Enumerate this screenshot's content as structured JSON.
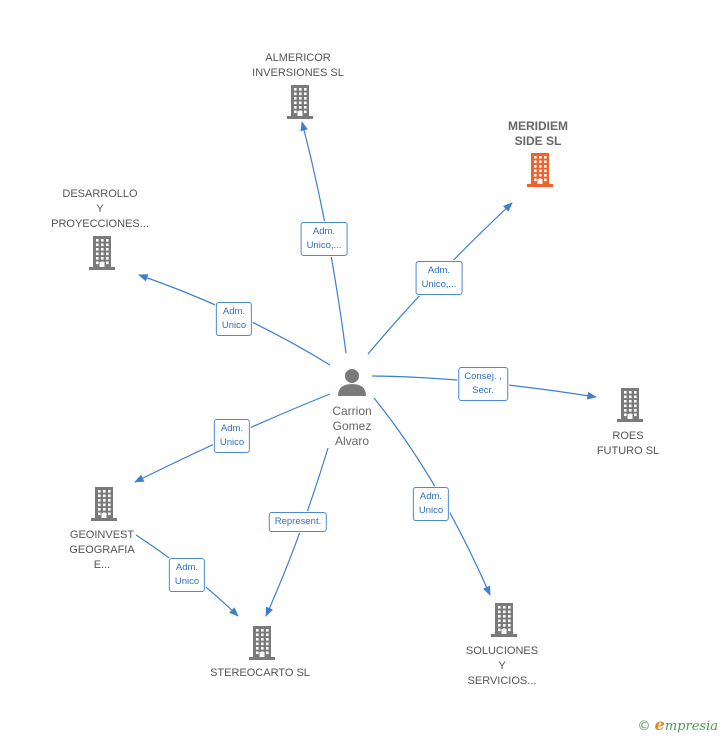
{
  "center": {
    "name_lines": [
      "Carrion",
      "Gomez",
      "Alvaro"
    ],
    "icon": "person-icon"
  },
  "nodes": [
    {
      "id": "almericor",
      "lines": [
        "ALMERICOR",
        "INVERSIONES SL"
      ],
      "icon": "building-icon",
      "color": "#7a7a7a",
      "highlight": false
    },
    {
      "id": "meridiem",
      "lines": [
        "MERIDIEM",
        "SIDE  SL"
      ],
      "icon": "building-icon",
      "color": "#f0622c",
      "highlight": true
    },
    {
      "id": "desarrollo",
      "lines": [
        "DESARROLLO",
        "Y",
        "PROYECCIONES..."
      ],
      "icon": "building-icon",
      "color": "#7a7a7a",
      "highlight": false
    },
    {
      "id": "roes",
      "lines": [
        "ROES",
        "FUTURO SL"
      ],
      "icon": "building-icon",
      "color": "#7a7a7a",
      "highlight": false
    },
    {
      "id": "geoinvest",
      "lines": [
        "GEOINVEST",
        "GEOGRAFIA",
        "E..."
      ],
      "icon": "building-icon",
      "color": "#7a7a7a",
      "highlight": false
    },
    {
      "id": "stereocarto",
      "lines": [
        "STEREOCARTO SL"
      ],
      "icon": "building-icon",
      "color": "#7a7a7a",
      "highlight": false
    },
    {
      "id": "soluciones",
      "lines": [
        "SOLUCIONES",
        "Y",
        "SERVICIOS..."
      ],
      "icon": "building-icon",
      "color": "#7a7a7a",
      "highlight": false
    }
  ],
  "edges": [
    {
      "from": "center",
      "to": "almericor",
      "label": [
        "Adm.",
        "Unico,..."
      ]
    },
    {
      "from": "center",
      "to": "meridiem",
      "label": [
        "Adm.",
        "Unico,..."
      ]
    },
    {
      "from": "center",
      "to": "desarrollo",
      "label": [
        "Adm.",
        "Unico"
      ]
    },
    {
      "from": "center",
      "to": "roes",
      "label": [
        "Consej. ,",
        "Secr."
      ]
    },
    {
      "from": "center",
      "to": "geoinvest",
      "label": [
        "Adm.",
        "Unico"
      ]
    },
    {
      "from": "center",
      "to": "stereocarto",
      "label": [
        "Represent."
      ]
    },
    {
      "from": "center",
      "to": "soluciones",
      "label": [
        "Adm.",
        "Unico"
      ]
    },
    {
      "from": "geoinvest",
      "to": "stereocarto",
      "label": [
        "Adm.",
        "Unico"
      ]
    }
  ],
  "colors": {
    "edge": "#3d7fd0",
    "node_default": "#7a7a7a",
    "node_highlight": "#f0622c",
    "person": "#7a7a7a"
  },
  "footer": {
    "copyright_symbol": "©",
    "brand_initial": "e",
    "brand_rest": "mpresia"
  }
}
